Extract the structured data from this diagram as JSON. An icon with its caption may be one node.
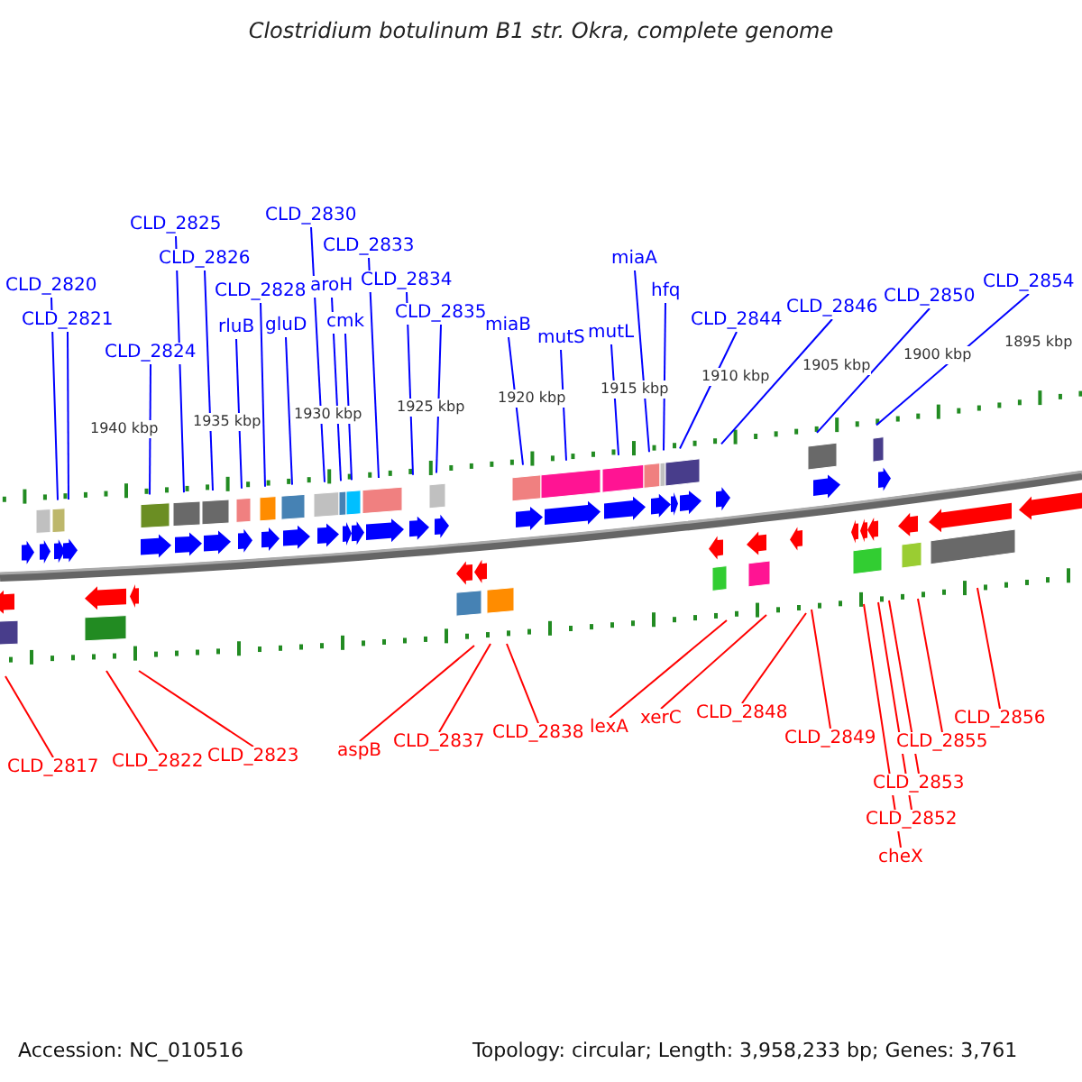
{
  "diagram": {
    "title": "Clostridium botulinum B1 str. Okra, complete genome",
    "nodes": [
      {
        "text": [
          "CLD_2820"
        ]
      },
      {
        "text": [
          "CLD_2821"
        ]
      },
      {
        "text": [
          "CLD_2824"
        ]
      },
      {
        "text": [
          "CLD_2825"
        ]
      },
      {
        "text": [
          "CLD_2826"
        ]
      },
      {
        "text": [
          "rluB"
        ]
      },
      {
        "text": [
          "CLD_2828"
        ]
      },
      {
        "text": [
          "gluD"
        ]
      },
      {
        "text": [
          "CLD_2830"
        ]
      },
      {
        "text": [
          "aroH"
        ]
      },
      {
        "text": [
          "cmk"
        ]
      },
      {
        "text": [
          "CLD_2833"
        ]
      },
      {
        "text": [
          "CLD_2834"
        ]
      },
      {
        "text": [
          "CLD_2835"
        ]
      },
      {
        "text": [
          "miaB"
        ]
      },
      {
        "text": [
          "mutS"
        ]
      },
      {
        "text": [
          "mutL"
        ]
      },
      {
        "text": [
          "miaA"
        ]
      },
      {
        "text": [
          "hfq"
        ]
      },
      {
        "text": [
          "CLD_2844"
        ]
      },
      {
        "text": [
          "CLD_2846"
        ]
      },
      {
        "text": [
          "CLD_2850"
        ]
      },
      {
        "text": [
          "CLD_2854"
        ]
      },
      {
        "text": [
          "CLD_2817"
        ]
      },
      {
        "text": [
          "CLD_2822"
        ]
      },
      {
        "text": [
          "CLD_2823"
        ]
      },
      {
        "text": [
          "aspB"
        ]
      },
      {
        "text": [
          "CLD_2837"
        ]
      },
      {
        "text": [
          "CLD_2838"
        ]
      },
      {
        "text": [
          "lexA"
        ]
      },
      {
        "text": [
          "xerC"
        ]
      },
      {
        "text": [
          "CLD_2848"
        ]
      },
      {
        "text": [
          "CLD_2849"
        ]
      },
      {
        "text": [
          "CLD_2855"
        ]
      },
      {
        "text": [
          "CLD_2853"
        ]
      },
      {
        "text": [
          "CLD_2852"
        ]
      },
      {
        "text": [
          "cheX"
        ]
      },
      {
        "text": [
          "CLD_2856"
        ]
      }
    ],
    "edges": [
      {
        "from": 0,
        "to": null,
        "arrow": "none"
      },
      {
        "from": 1,
        "to": null,
        "arrow": "none"
      },
      {
        "from": 2,
        "to": null,
        "arrow": "none"
      },
      {
        "from": 3,
        "to": null,
        "arrow": "none"
      },
      {
        "from": 4,
        "to": null,
        "arrow": "none"
      },
      {
        "from": 5,
        "to": null,
        "arrow": "none"
      },
      {
        "from": 6,
        "to": null,
        "arrow": "none"
      },
      {
        "from": 7,
        "to": null,
        "arrow": "none"
      },
      {
        "from": 8,
        "to": null,
        "arrow": "none"
      },
      {
        "from": 9,
        "to": null,
        "arrow": "none"
      },
      {
        "from": 10,
        "to": null,
        "arrow": "none"
      },
      {
        "from": 11,
        "to": null,
        "arrow": "none"
      },
      {
        "from": 12,
        "to": null,
        "arrow": "none"
      },
      {
        "from": 13,
        "to": null,
        "arrow": "none"
      },
      {
        "from": 14,
        "to": null,
        "arrow": "none"
      },
      {
        "from": 15,
        "to": null,
        "arrow": "none"
      },
      {
        "from": 16,
        "to": null,
        "arrow": "none"
      },
      {
        "from": 17,
        "to": null,
        "arrow": "none"
      },
      {
        "from": 18,
        "to": null,
        "arrow": "none"
      },
      {
        "from": 19,
        "to": null,
        "arrow": "none"
      },
      {
        "from": 20,
        "to": null,
        "arrow": "none"
      },
      {
        "from": 21,
        "to": null,
        "arrow": "none"
      },
      {
        "from": 22,
        "to": null,
        "arrow": "none"
      },
      {
        "from": 23,
        "to": null,
        "arrow": "none",
        "color": "#ff0000"
      },
      {
        "from": 24,
        "to": null,
        "arrow": "none",
        "color": "#ff0000"
      },
      {
        "from": 25,
        "to": null,
        "arrow": "none",
        "color": "#ff0000"
      },
      {
        "from": 26,
        "to": null,
        "arrow": "none",
        "color": "#ff0000"
      },
      {
        "from": 27,
        "to": null,
        "arrow": "none",
        "color": "#ff0000"
      },
      {
        "from": 28,
        "to": null,
        "arrow": "none",
        "color": "#ff0000"
      },
      {
        "from": 29,
        "to": null,
        "arrow": "none",
        "color": "#ff0000"
      },
      {
        "from": 30,
        "to": null,
        "arrow": "none",
        "color": "#ff0000"
      },
      {
        "from": 31,
        "to": null,
        "arrow": "none",
        "color": "#ff0000"
      },
      {
        "from": 32,
        "to": null,
        "arrow": "none",
        "color": "#ff0000"
      },
      {
        "from": 33,
        "to": null,
        "arrow": "none",
        "color": "#ff0000"
      },
      {
        "from": 34,
        "to": null,
        "arrow": "none",
        "color": "#ff0000"
      },
      {
        "from": 35,
        "to": null,
        "arrow": "none",
        "color": "#ff0000"
      },
      {
        "from": 36,
        "to": null,
        "arrow": "none",
        "color": "#ff0000"
      },
      {
        "from": 37,
        "to": null,
        "arrow": "none",
        "color": "#ff0000"
      }
    ],
    "labels": [
      "1940 kbp",
      "1935 kbp",
      "1930 kbp",
      "1925 kbp",
      "1920 kbp",
      "1915 kbp",
      "1910 kbp",
      "1905 kbp",
      "1900 kbp",
      "1895 kbp",
      "Accession: NC_010516",
      "Topology: circular; Length: 3,958,233 bp; Genes: 3,761"
    ]
  }
}
